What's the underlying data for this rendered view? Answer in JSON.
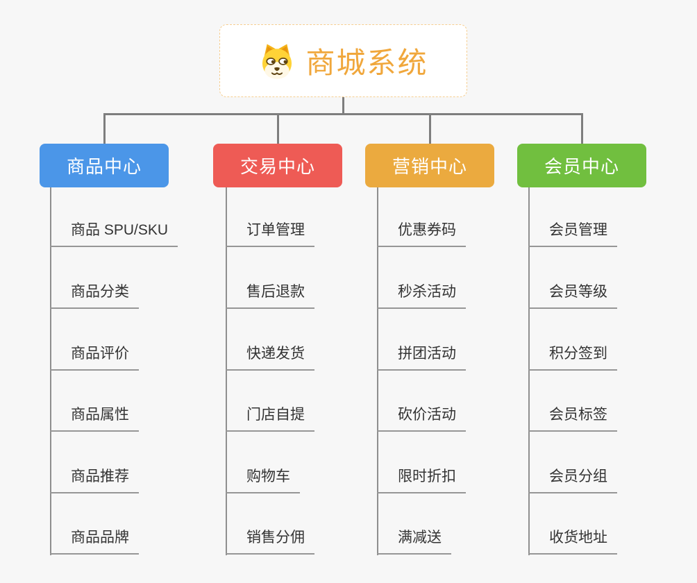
{
  "root": {
    "title": "商城系统",
    "icon": "dog-face-icon",
    "title_color": "#f0a73c",
    "border_color": "#f6ce90"
  },
  "branches": [
    {
      "label": "商品中心",
      "color": "#4b96e8",
      "children": [
        "商品 SPU/SKU",
        "商品分类",
        "商品评价",
        "商品属性",
        "商品推荐",
        "商品品牌"
      ]
    },
    {
      "label": "交易中心",
      "color": "#ee5b55",
      "children": [
        "订单管理",
        "售后退款",
        "快递发货",
        "门店自提",
        "购物车",
        "销售分佣"
      ]
    },
    {
      "label": "营销中心",
      "color": "#ebaa3f",
      "children": [
        "优惠券码",
        "秒杀活动",
        "拼团活动",
        "砍价活动",
        "限时折扣",
        "满减送"
      ]
    },
    {
      "label": "会员中心",
      "color": "#71bf3f",
      "children": [
        "会员管理",
        "会员等级",
        "积分签到",
        "会员标签",
        "会员分组",
        "收货地址"
      ]
    }
  ],
  "connector_color": "#7e7e7e",
  "leaf_line_color": "#969696",
  "background_color": "#f7f7f7"
}
